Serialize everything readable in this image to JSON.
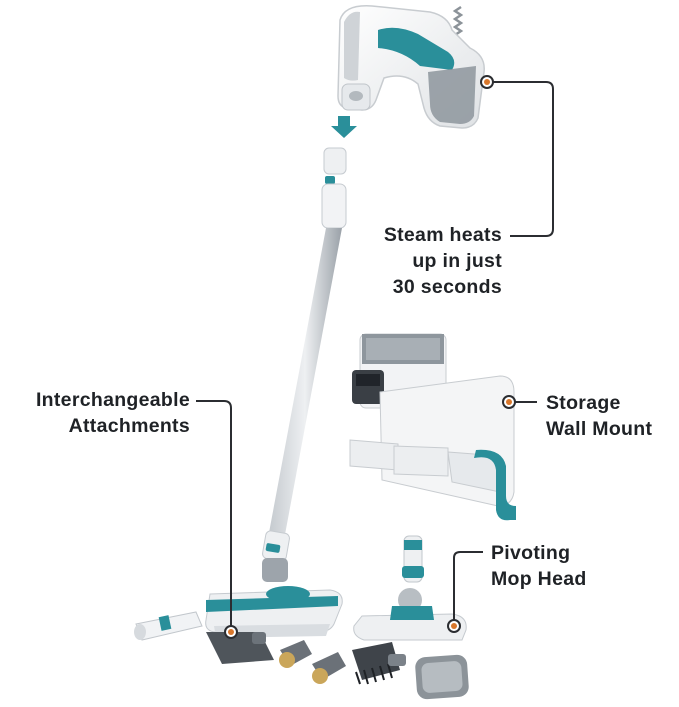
{
  "callouts": {
    "steam": {
      "lines": [
        "Steam heats",
        "up in just",
        "30 seconds"
      ]
    },
    "attachments": {
      "lines": [
        "Interchangeable",
        "Attachments"
      ]
    },
    "storage": {
      "lines": [
        "Storage",
        "Wall Mount"
      ]
    },
    "pivot": {
      "lines": [
        "Pivoting",
        "Mop Head"
      ]
    }
  },
  "colors": {
    "accent": "#2a8f9a",
    "body_white": "#f4f5f6",
    "shade": "#d9dcdf",
    "pole": "#a9b0b6",
    "dark_gray": "#5b6168",
    "leader": "#2b2d31",
    "dot_orange": "#d9772b"
  }
}
